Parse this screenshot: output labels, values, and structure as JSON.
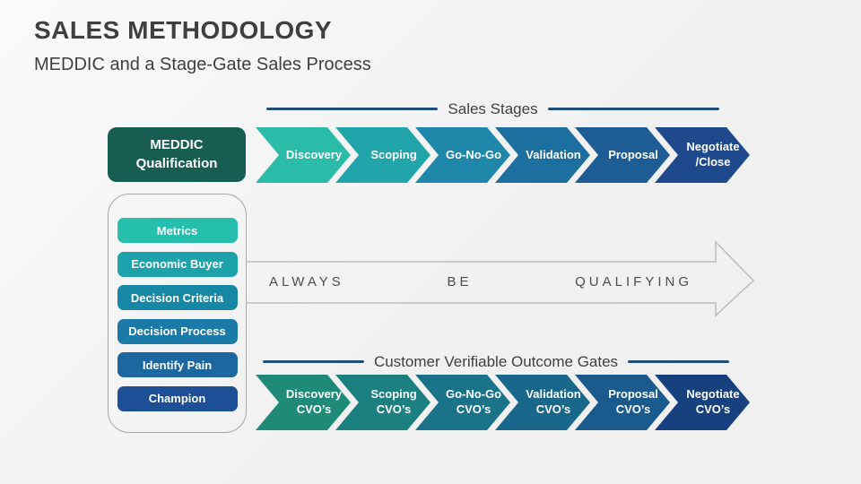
{
  "slide": {
    "title": "SALES METHODOLOGY",
    "subtitle": "MEDDIC and a Stage-Gate Sales Process"
  },
  "sales_stages": {
    "heading": "Sales Stages",
    "line_color": "#1F4E79",
    "meddic_box": {
      "line1": "MEDDIC",
      "line2": "Qualification",
      "color": "#175D52"
    },
    "stages": [
      {
        "label": "Discovery",
        "label2": "",
        "color": "#2BBCA9"
      },
      {
        "label": "Scoping",
        "label2": "",
        "color": "#22A5AA"
      },
      {
        "label": "Go-No-Go",
        "label2": "",
        "color": "#1E87AA"
      },
      {
        "label": "Validation",
        "label2": "",
        "color": "#1C6F9F"
      },
      {
        "label": "Proposal",
        "label2": "",
        "color": "#1D5C95"
      },
      {
        "label": "Negotiate",
        "label2": "/Close",
        "color": "#1E4A8D"
      }
    ]
  },
  "meddic_list": {
    "items": [
      {
        "label": "Metrics",
        "color": "#26BFAD"
      },
      {
        "label": "Economic Buyer",
        "color": "#1BA2AB"
      },
      {
        "label": "Decision Criteria",
        "color": "#1787A6"
      },
      {
        "label": "Decision Process",
        "color": "#1B7AA7"
      },
      {
        "label": "Identify Pain",
        "color": "#1D67A0"
      },
      {
        "label": "Champion",
        "color": "#1C4F96"
      }
    ]
  },
  "qualifying_banner": {
    "words": [
      "ALWAYS",
      "BE",
      "QUALIFYING"
    ],
    "outline_color": "#BDBDBD"
  },
  "cvo_gates": {
    "heading": "Customer Verifiable Outcome Gates",
    "line_color": "#1F4E79",
    "stages": [
      {
        "line1": "Discovery",
        "line2": "CVO’s",
        "color": "#1F8A77"
      },
      {
        "line1": "Scoping",
        "line2": "CVO’s",
        "color": "#1C7F80"
      },
      {
        "line1": "Go-No-Go",
        "line2": "CVO’s",
        "color": "#1B7389"
      },
      {
        "line1": "Validation",
        "line2": "CVO’s",
        "color": "#19688C"
      },
      {
        "line1": "Proposal",
        "line2": "CVO’s",
        "color": "#1A5A8C"
      },
      {
        "line1": "Negotiate",
        "line2": "CVO’s",
        "color": "#16407E"
      }
    ]
  }
}
